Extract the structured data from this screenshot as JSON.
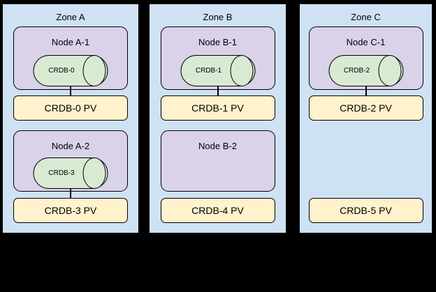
{
  "diagram_type": "zone-node-pv-architecture",
  "colors": {
    "canvas_bg": "#000000",
    "zone_bg": "#cfe2f3",
    "node_bg": "#d9d2e9",
    "pod_bg": "#d9ead3",
    "pv_bg": "#fff2cc",
    "border": "#000000"
  },
  "zones": [
    {
      "title": "Zone A",
      "nodes": [
        {
          "title": "Node A-1",
          "pod": "CRDB-0"
        },
        {
          "title": "Node A-2",
          "pod": "CRDB-3"
        }
      ],
      "pvs": [
        "CRDB-0 PV",
        "CRDB-3 PV"
      ]
    },
    {
      "title": "Zone B",
      "nodes": [
        {
          "title": "Node B-1",
          "pod": "CRDB-1"
        },
        {
          "title": "Node B-2"
        }
      ],
      "pvs": [
        "CRDB-1 PV",
        "CRDB-4 PV"
      ]
    },
    {
      "title": "Zone C",
      "nodes": [
        {
          "title": "Node C-1",
          "pod": "CRDB-2"
        }
      ],
      "pvs": [
        "CRDB-2 PV",
        "CRDB-5 PV"
      ]
    }
  ]
}
